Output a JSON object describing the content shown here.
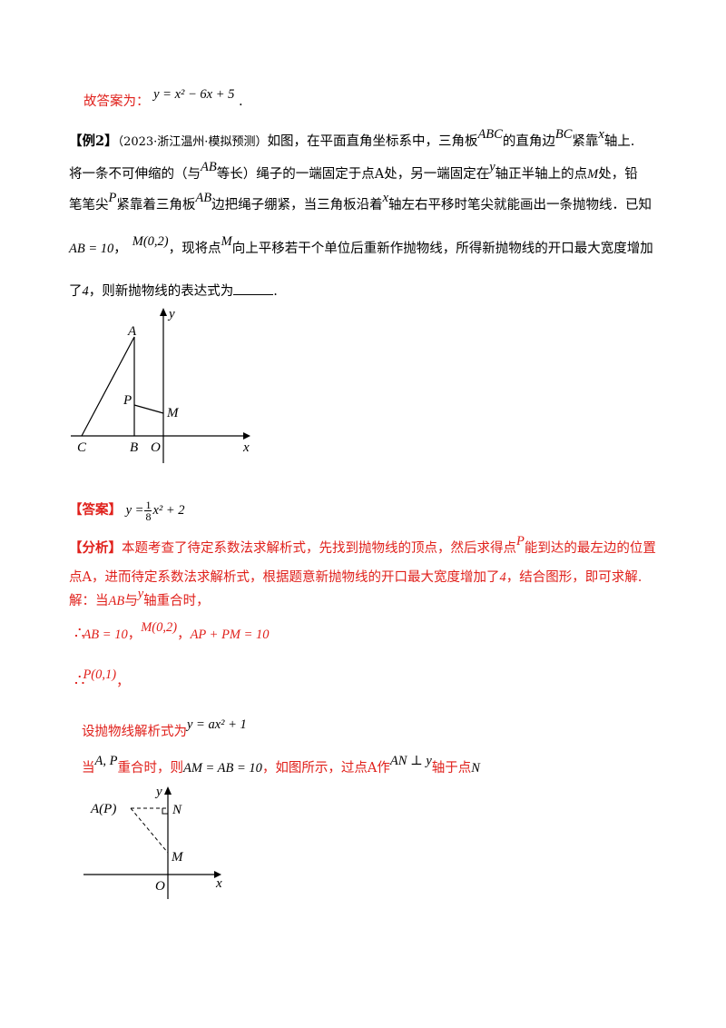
{
  "answer_prev": {
    "label": "故答案为：",
    "formula": "y = x² − 6x + 5",
    "tail": "."
  },
  "example": {
    "tag": "【例2】",
    "source": "（2023·浙江温州·模拟预测）",
    "l1": "如图，在平面直角坐标系中，三角板",
    "abc": "ABC",
    "l1b": "的直角边",
    "bc": "BC",
    "l1c": "紧靠",
    "x1": "x",
    "l1d": "轴上.",
    "l2": "将一条不可伸缩的（与",
    "ab": "AB",
    "l2b": "等长）绳子的一端固定于点A处，另一端固定在",
    "y1": "y",
    "l2c": "轴正半轴上的点",
    "m1": "M",
    "l2d": "处，铅",
    "l3": "笔笔尖",
    "p1": "P",
    "l3b": "紧靠着三角板",
    "ab2": "AB",
    "l3c": "边把绳子绷紧，当三角板沿着",
    "x2": "x",
    "l3d": "轴左右平移时笔尖就能画出一条抛物线．已知",
    "ab10": "AB = 10",
    "comma": "，",
    "m02": "M(0,2)",
    "l4b": "，现将点",
    "m2": "M",
    "l4c": "向上平移若干个单位后重新作抛物线，所得新抛物线的开口最大宽度增加",
    "l5": "了",
    "four": "4",
    "l5b": "，则新抛物线的表达式为",
    "l5c": "."
  },
  "fig1": {
    "A": "A",
    "P": "P",
    "M": "M",
    "C": "C",
    "B": "B",
    "O": "O",
    "x": "x",
    "y": "y"
  },
  "answer": {
    "tag": "【答案】",
    "y": "y =",
    "num": "1",
    "den": "8",
    "rest": "x² + 2"
  },
  "analysis": {
    "tag": "【分析】",
    "t1": "本题考查了待定系数法求解析式，先找到抛物线的顶点，然后求得点",
    "p": "P",
    "t1b": "能到达的最左边的位置",
    "t2": "点A，进而待定系数法求解析式，根据题意新抛物线的开口最大宽度增加了",
    "four": "4",
    "t2b": "，结合图形，即可求解.",
    "s1": "解：当",
    "ab": "AB",
    "s1b": "与",
    "y": "y",
    "s1c": "轴重合时，",
    "s2a": "AB = 10",
    "s2b": "M(0,2)",
    "s2c": "AP + PM = 10",
    "s3": "P(0,1)",
    "s3b": "，",
    "s4": "设抛物线解析式为",
    "s4b": "y = ax² + 1",
    "s5": "当",
    "s5ap": "A, P",
    "s5b": "重合时，则",
    "s5c": "AM = AB = 10",
    "s5d": "，如图所示，过点A作",
    "s5e": "AN ⊥ y",
    "s5f": "轴于点",
    "s5g": "N",
    "therefore": "∴",
    "sep": "，"
  },
  "fig2": {
    "AP": "A(P)",
    "N": "N",
    "M": "M",
    "O": "O",
    "x": "x",
    "y": "y"
  }
}
